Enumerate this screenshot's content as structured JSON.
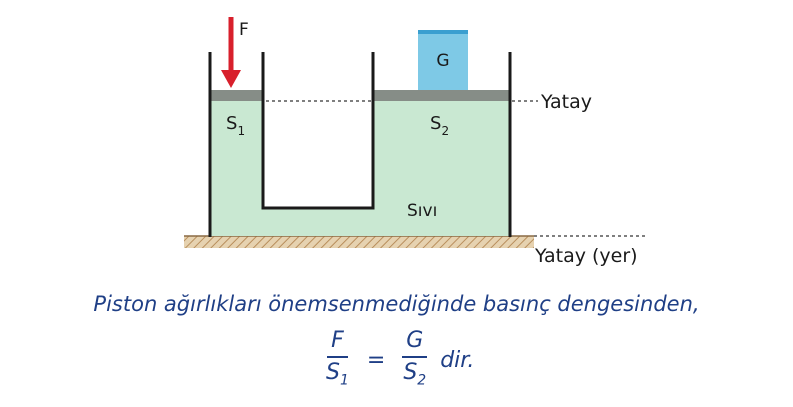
{
  "diagram": {
    "force_label": "F",
    "weight_label": "G",
    "area_left_main": "S",
    "area_left_sub": "1",
    "area_right_main": "S",
    "area_right_sub": "2",
    "liquid_label": "Sıvı",
    "horizontal_label": "Yatay",
    "ground_label": "Yatay (yer)",
    "colors": {
      "liquid": "#c9e8d2",
      "piston": "#868d87",
      "weight_block": "#7ec9e6",
      "force_arrow": "#d8202c",
      "ground": "#c4a072",
      "text_blue": "#1f3f86"
    }
  },
  "caption": {
    "text": "Piston ağırlıkları önemsenmediğinde basınç dengesinden,"
  },
  "formula": {
    "lhs_num": "F",
    "lhs_den_main": "S",
    "lhs_den_sub": "1",
    "equals": "=",
    "rhs_num": "G",
    "rhs_den_main": "S",
    "rhs_den_sub": "2",
    "tail": "dir."
  }
}
